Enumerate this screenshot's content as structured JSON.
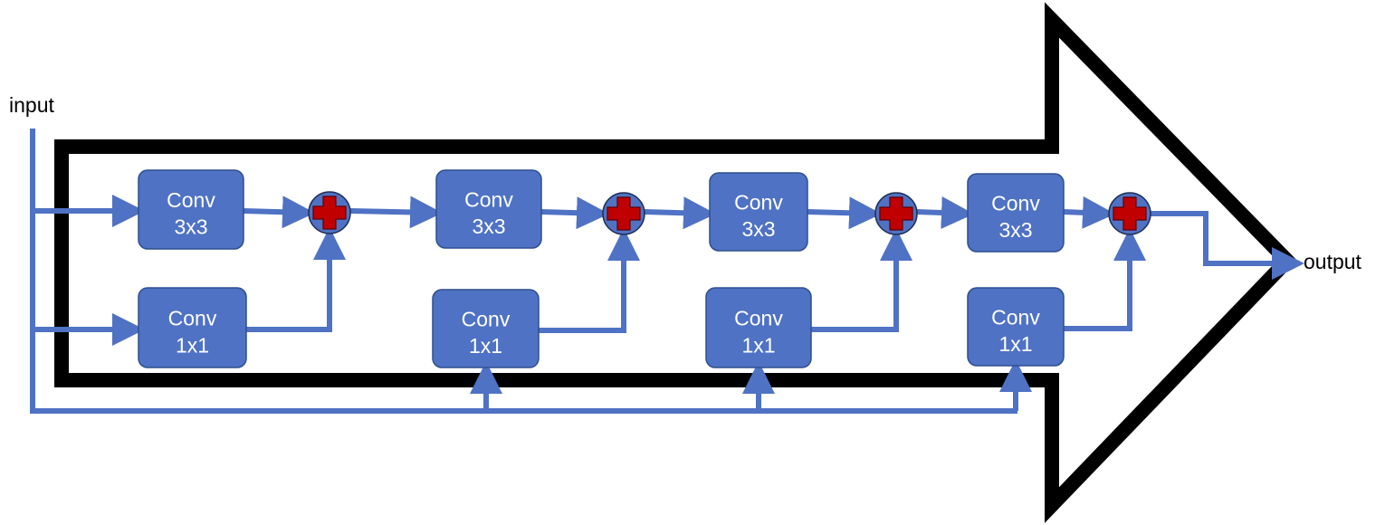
{
  "diagram": {
    "input_label": "input",
    "output_label": "output",
    "colors": {
      "block_fill": "#4F72C4",
      "block_stroke": "#2F4F8F",
      "connector": "#4F72C4",
      "outline_arrow": "#000000",
      "add_circle_fill": "#4F72C4",
      "plus_fill": "#C00000"
    },
    "stages": [
      {
        "conv3": {
          "line1": "Conv",
          "line2": "3x3"
        },
        "conv1": {
          "line1": "Conv",
          "line2": "1x1"
        },
        "add_icon": "plus-icon"
      },
      {
        "conv3": {
          "line1": "Conv",
          "line2": "3x3"
        },
        "conv1": {
          "line1": "Conv",
          "line2": "1x1"
        },
        "add_icon": "plus-icon"
      },
      {
        "conv3": {
          "line1": "Conv",
          "line2": "3x3"
        },
        "conv1": {
          "line1": "Conv",
          "line2": "1x1"
        },
        "add_icon": "plus-icon"
      },
      {
        "conv3": {
          "line1": "Conv",
          "line2": "3x3"
        },
        "conv1": {
          "line1": "Conv",
          "line2": "1x1"
        },
        "add_icon": "plus-icon"
      }
    ]
  }
}
